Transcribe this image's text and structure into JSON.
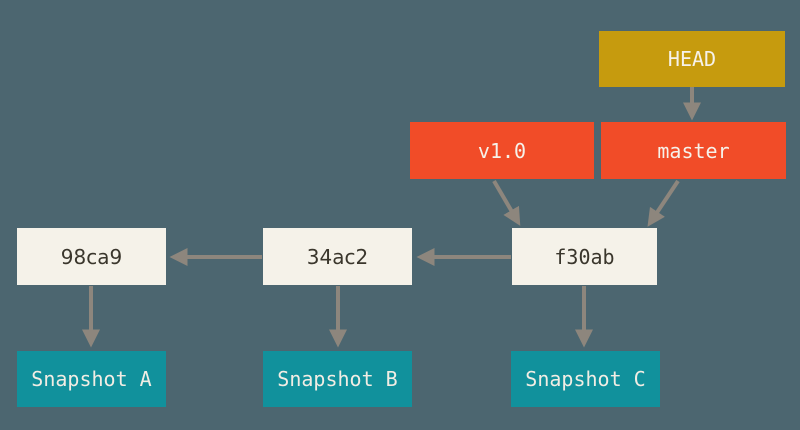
{
  "diagram": {
    "description_colors": {
      "background": "#4c6670",
      "head_fill": "#c69b0e",
      "ref_fill": "#f14c28",
      "commit_fill": "#f5f2e9",
      "snapshot_fill": "#11919c",
      "arrow": "#8d867d",
      "commit_text": "#3a362c",
      "light_text": "#f6f2ea"
    },
    "nodes": {
      "head": {
        "label": "HEAD"
      },
      "tag_v1_0": {
        "label": "v1.0"
      },
      "branch_master": {
        "label": "master"
      },
      "commit_f30ab": {
        "label": "f30ab"
      },
      "commit_34ac2": {
        "label": "34ac2"
      },
      "commit_98ca9": {
        "label": "98ca9"
      },
      "snapshot_a": {
        "label": "Snapshot A"
      },
      "snapshot_b": {
        "label": "Snapshot B"
      },
      "snapshot_c": {
        "label": "Snapshot C"
      }
    },
    "edges": [
      {
        "from": "HEAD",
        "to": "master"
      },
      {
        "from": "master",
        "to": "f30ab"
      },
      {
        "from": "v1.0",
        "to": "f30ab"
      },
      {
        "from": "f30ab",
        "to": "34ac2"
      },
      {
        "from": "34ac2",
        "to": "98ca9"
      },
      {
        "from": "98ca9",
        "to": "Snapshot A"
      },
      {
        "from": "34ac2",
        "to": "Snapshot B"
      },
      {
        "from": "f30ab",
        "to": "Snapshot C"
      }
    ]
  }
}
